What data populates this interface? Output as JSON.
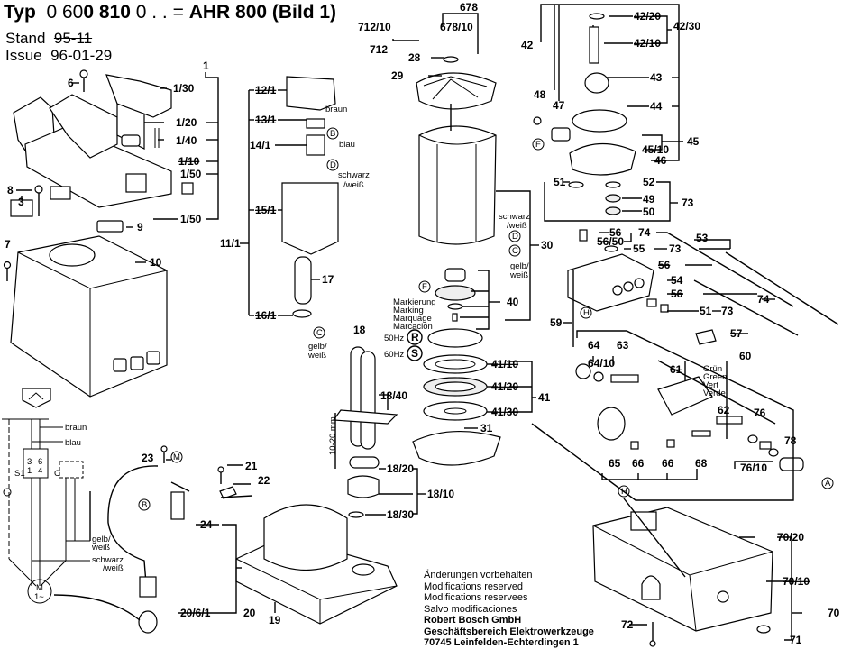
{
  "header": {
    "typ_prefix": "Typ",
    "typ_number_plain_1": "0 60",
    "typ_number_bold": "0 810",
    "typ_number_plain_2": " 0 . . =",
    "model": "AHR 800 (Bild 1)",
    "stand_label": "Stand",
    "stand_value": "95-11",
    "issue_label": "Issue",
    "issue_value": "96-01-29"
  },
  "labels": {
    "p1": "1",
    "p1_30": "1/30",
    "p1_20": "1/20",
    "p1_40": "1/40",
    "p1_10": "1/10",
    "p1_50a": "1/50",
    "p1_50b": "1/50",
    "p6": "6",
    "p8": "8",
    "p3": "3",
    "p7": "7",
    "p9": "9",
    "p10": "10",
    "p12_1": "12/1",
    "p13_1": "13/1",
    "p14_1": "14/1",
    "p15_1": "15/1",
    "p16_1": "16/1",
    "p11_1": "11/1",
    "p17": "17",
    "p712_10": "712/10",
    "p712": "712",
    "p678": "678",
    "p678_10": "678/10",
    "p28": "28",
    "p29": "29",
    "p42a": "42",
    "p48": "48",
    "p47": "47",
    "p42_20": "42/20",
    "p42_10": "42/10",
    "p42_30": "42/30",
    "p43": "43",
    "p44": "44",
    "p45_10": "45/10",
    "p45": "45",
    "p46": "46",
    "p51a": "51",
    "p52": "52",
    "p49": "49",
    "p50": "50",
    "p73a": "73",
    "p56a": "56",
    "p56_50": "56/50",
    "p74a": "74",
    "p53": "53",
    "p55": "55",
    "p73b": "73",
    "p56b": "56",
    "p54": "54",
    "p56c": "56",
    "p74b": "74",
    "p51b": "51",
    "p73c": "73",
    "p57": "57",
    "p59": "59",
    "p30": "30",
    "p40": "40",
    "p41_10": "41/10",
    "p41_20": "41/20",
    "p41_30": "41/30",
    "p41": "41",
    "p31": "31",
    "p18": "18",
    "p18_40": "18/40",
    "p18_20": "18/20",
    "p18_10": "18/10",
    "p18_30": "18/30",
    "p64": "64",
    "p63": "63",
    "p64_10": "64/10",
    "p61": "61",
    "p60": "60",
    "p62": "62",
    "p76": "76",
    "p78": "78",
    "p65": "65",
    "p66a": "66",
    "p66b": "66",
    "p68": "68",
    "p76_10": "76/10",
    "p23": "23",
    "p21": "21",
    "p22": "22",
    "p24": "24",
    "p20": "20",
    "p20_6_1": "20/6/1",
    "p19": "19",
    "p70_20": "70/20",
    "p70_10": "70/10",
    "p70": "70",
    "p71": "71",
    "p72": "72"
  },
  "wire_labels": {
    "braun": "braun",
    "blau": "blau",
    "schwarz": "schwarz",
    "weiss_slash": "/weiß",
    "gelb": "gelb/",
    "weiss": "weiß",
    "ten_twenty_mm": "10-20 mm",
    "hz50": "50Hz",
    "hz60": "60Hz",
    "markierung": "Markierung",
    "marking": "Marking",
    "marquage": "Marquage",
    "marcacion": "Marcación",
    "gruen": "Grün",
    "green": "Green",
    "vert": "Vert",
    "verde": "Verde",
    "s1": "S1",
    "c": "C",
    "t3": "3",
    "t6": "6",
    "t1": "1",
    "t4": "4",
    "motor_m": "M",
    "motor_1": "1~"
  },
  "callouts": {
    "A": "A",
    "B": "B",
    "C": "C",
    "D": "D",
    "F": "F",
    "H": "H",
    "M": "M",
    "R": "R",
    "S": "S"
  },
  "footer": {
    "line1": "Änderungen vorbehalten",
    "line2": "Modifications reserved",
    "line3": "Modifications reservees",
    "line4": "Salvo modificaciones",
    "company": "Robert Bosch GmbH",
    "division": "Geschäftsbereich Elektrowerkzeuge",
    "address": "70745 Leinfelden-Echterdingen 1"
  }
}
